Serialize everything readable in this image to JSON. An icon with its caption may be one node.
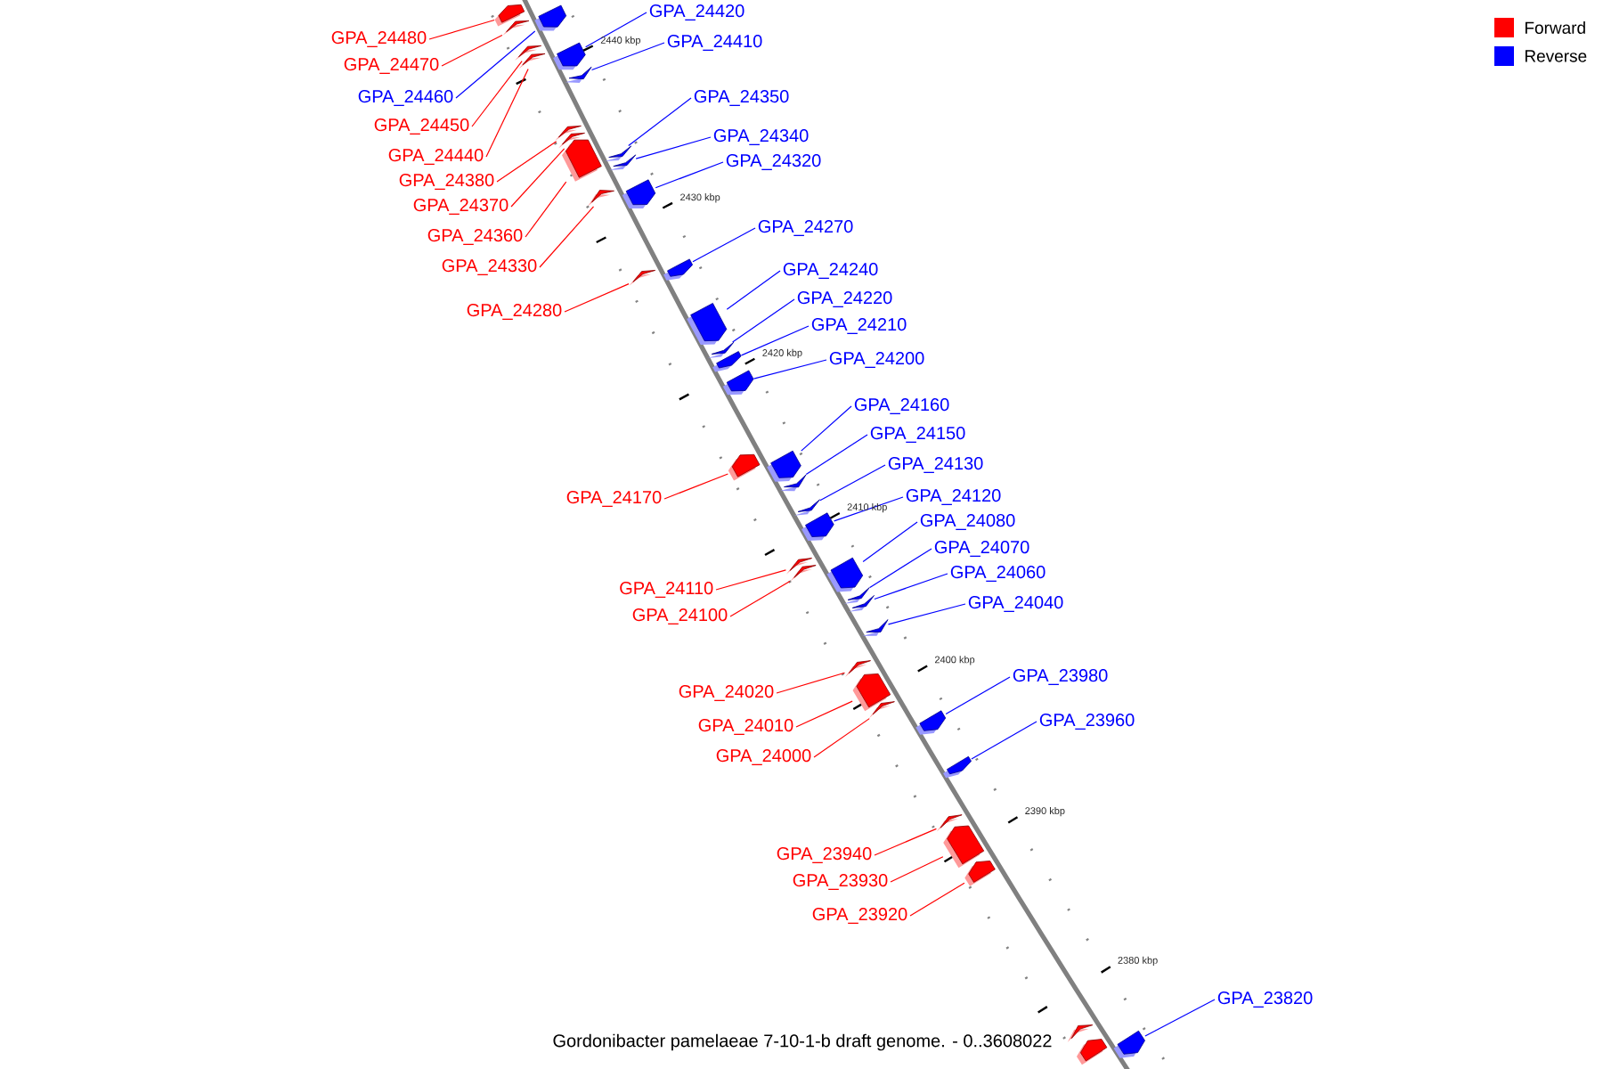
{
  "diagram": {
    "title": "Gordonibacter pamelaeae 7-10-1-b draft genome. - 0..3608022",
    "nodes": [
      {
        "text": [
          "GPA_24480"
        ]
      },
      {
        "text": [
          "GPA_24470"
        ]
      },
      {
        "text": [
          "GPA_24460"
        ]
      },
      {
        "text": [
          "GPA_24450"
        ]
      },
      {
        "text": [
          "GPA_24440"
        ]
      },
      {
        "text": [
          "GPA_24380"
        ]
      },
      {
        "text": [
          "GPA_24370"
        ]
      },
      {
        "text": [
          "GPA_24360"
        ]
      },
      {
        "text": [
          "GPA_24330"
        ]
      },
      {
        "text": [
          "GPA_24280"
        ]
      },
      {
        "text": [
          "GPA_24170"
        ]
      },
      {
        "text": [
          "GPA_24110"
        ]
      },
      {
        "text": [
          "GPA_24100"
        ]
      },
      {
        "text": [
          "GPA_24020"
        ]
      },
      {
        "text": [
          "GPA_24010"
        ]
      },
      {
        "text": [
          "GPA_24000"
        ]
      },
      {
        "text": [
          "GPA_23940"
        ]
      },
      {
        "text": [
          "GPA_23930"
        ]
      },
      {
        "text": [
          "GPA_23920"
        ]
      },
      {
        "text": [
          "GPA_24420"
        ]
      },
      {
        "text": [
          "GPA_24410"
        ]
      },
      {
        "text": [
          "GPA_24350"
        ]
      },
      {
        "text": [
          "GPA_24340"
        ]
      },
      {
        "text": [
          "GPA_24320"
        ]
      },
      {
        "text": [
          "GPA_24270"
        ]
      },
      {
        "text": [
          "GPA_24240"
        ]
      },
      {
        "text": [
          "GPA_24220"
        ]
      },
      {
        "text": [
          "GPA_24210"
        ]
      },
      {
        "text": [
          "GPA_24200"
        ]
      },
      {
        "text": [
          "GPA_24160"
        ]
      },
      {
        "text": [
          "GPA_24150"
        ]
      },
      {
        "text": [
          "GPA_24130"
        ]
      },
      {
        "text": [
          "GPA_24120"
        ]
      },
      {
        "text": [
          "GPA_24080"
        ]
      },
      {
        "text": [
          "GPA_24070"
        ]
      },
      {
        "text": [
          "GPA_24060"
        ]
      },
      {
        "text": [
          "GPA_24040"
        ]
      },
      {
        "text": [
          "GPA_23980"
        ]
      },
      {
        "text": [
          "GPA_23960"
        ]
      },
      {
        "text": [
          "GPA_23820"
        ]
      },
      {
        "text": [],
        "shape": "box"
      },
      {
        "text": [],
        "shape": "box"
      },
      {
        "text": [],
        "shape": "box"
      },
      {
        "text": [],
        "shape": "box"
      },
      {
        "text": [],
        "shape": "box"
      },
      {
        "text": [],
        "shape": "box"
      },
      {
        "text": [],
        "shape": "box"
      },
      {
        "text": [],
        "shape": "box"
      },
      {
        "text": [],
        "shape": "box"
      },
      {
        "text": [],
        "shape": "box"
      },
      {
        "text": [],
        "shape": "box"
      },
      {
        "text": [],
        "shape": "box"
      },
      {
        "text": [],
        "shape": "box"
      },
      {
        "text": [],
        "shape": "box"
      },
      {
        "text": [],
        "shape": "box"
      },
      {
        "text": [],
        "shape": "box"
      },
      {
        "text": [],
        "shape": "box"
      },
      {
        "text": [],
        "shape": "box"
      },
      {
        "text": [],
        "shape": "box"
      },
      {
        "text": [],
        "shape": "box"
      },
      {
        "text": [],
        "shape": "box"
      },
      {
        "text": [],
        "shape": "box"
      },
      {
        "text": [],
        "shape": "box"
      },
      {
        "text": [],
        "shape": "box"
      },
      {
        "text": [],
        "shape": "box"
      },
      {
        "text": [],
        "shape": "box"
      },
      {
        "text": [],
        "shape": "box"
      },
      {
        "text": [],
        "shape": "box"
      },
      {
        "text": [],
        "shape": "box"
      },
      {
        "text": [],
        "shape": "box"
      },
      {
        "text": [],
        "shape": "box"
      },
      {
        "text": [],
        "shape": "box"
      },
      {
        "text": [],
        "shape": "box"
      },
      {
        "text": [],
        "shape": "box"
      },
      {
        "text": [],
        "shape": "box"
      },
      {
        "text": [],
        "shape": "box"
      },
      {
        "text": [],
        "shape": "box"
      },
      {
        "text": [],
        "shape": "box"
      },
      {
        "text": [],
        "shape": "box"
      },
      {
        "text": [],
        "shape": "box"
      },
      {
        "text": [],
        "shape": "box"
      },
      {
        "text": [],
        "shape": "box"
      }
    ],
    "edges": [
      {
        "from": 0,
        "to": 40,
        "arrow": "none",
        "color": "#ff0000"
      },
      {
        "from": 1,
        "to": 42,
        "arrow": "none",
        "color": "#ff0000"
      },
      {
        "from": 2,
        "to": 41,
        "arrow": "none"
      },
      {
        "from": 3,
        "to": 43,
        "arrow": "none",
        "color": "#ff0000"
      },
      {
        "from": 4,
        "to": 44,
        "arrow": "none",
        "color": "#ff0000"
      },
      {
        "from": 5,
        "to": 47,
        "arrow": "none",
        "color": "#ff0000"
      },
      {
        "from": 6,
        "to": 48,
        "arrow": "none",
        "color": "#ff0000"
      },
      {
        "from": 7,
        "to": 50,
        "arrow": "none",
        "color": "#ff0000"
      },
      {
        "from": 8,
        "to": 52,
        "arrow": "none",
        "color": "#ff0000"
      },
      {
        "from": 9,
        "to": 55,
        "arrow": "none",
        "color": "#ff0000"
      },
      {
        "from": 10,
        "to": 60,
        "arrow": "none",
        "color": "#ff0000"
      },
      {
        "from": 11,
        "to": 65,
        "arrow": "none",
        "color": "#ff0000"
      },
      {
        "from": 12,
        "to": 66,
        "arrow": "none",
        "color": "#ff0000"
      },
      {
        "from": 13,
        "to": 71,
        "arrow": "none",
        "color": "#ff0000"
      },
      {
        "from": 14,
        "to": 72,
        "arrow": "none",
        "color": "#ff0000"
      },
      {
        "from": 15,
        "to": 73,
        "arrow": "none",
        "color": "#ff0000"
      },
      {
        "from": 16,
        "to": 76,
        "arrow": "none",
        "color": "#ff0000"
      },
      {
        "from": 17,
        "to": 77,
        "arrow": "none",
        "color": "#ff0000"
      },
      {
        "from": 18,
        "to": 78,
        "arrow": "none",
        "color": "#ff0000"
      },
      {
        "from": 19,
        "to": 45,
        "arrow": "none"
      },
      {
        "from": 20,
        "to": 46,
        "arrow": "none"
      },
      {
        "from": 21,
        "to": 49,
        "arrow": "none"
      },
      {
        "from": 22,
        "to": 51,
        "arrow": "none"
      },
      {
        "from": 23,
        "to": 53,
        "arrow": "none"
      },
      {
        "from": 24,
        "to": 54,
        "arrow": "none"
      },
      {
        "from": 25,
        "to": 56,
        "arrow": "none"
      },
      {
        "from": 26,
        "to": 57,
        "arrow": "none"
      },
      {
        "from": 27,
        "to": 58,
        "arrow": "none"
      },
      {
        "from": 28,
        "to": 59,
        "arrow": "none"
      },
      {
        "from": 29,
        "to": 61,
        "arrow": "none"
      },
      {
        "from": 30,
        "to": 62,
        "arrow": "none"
      },
      {
        "from": 31,
        "to": 63,
        "arrow": "none"
      },
      {
        "from": 32,
        "to": 64,
        "arrow": "none"
      },
      {
        "from": 33,
        "to": 67,
        "arrow": "none"
      },
      {
        "from": 34,
        "to": 68,
        "arrow": "none"
      },
      {
        "from": 35,
        "to": 69,
        "arrow": "none"
      },
      {
        "from": 36,
        "to": 70,
        "arrow": "none"
      },
      {
        "from": 37,
        "to": 74,
        "arrow": "none"
      },
      {
        "from": 38,
        "to": 75,
        "arrow": "none"
      },
      {
        "from": 39,
        "to": 80,
        "arrow": "none"
      }
    ],
    "labels": [
      "2440 kbp",
      "2430 kbp",
      "2420 kbp",
      "2410 kbp",
      "2400 kbp",
      "2390 kbp",
      "2380 kbp"
    ],
    "legend": [
      {
        "text": "Forward",
        "color": "#ff0000"
      },
      {
        "text": "Reverse",
        "color": "#0000ff"
      }
    ]
  }
}
